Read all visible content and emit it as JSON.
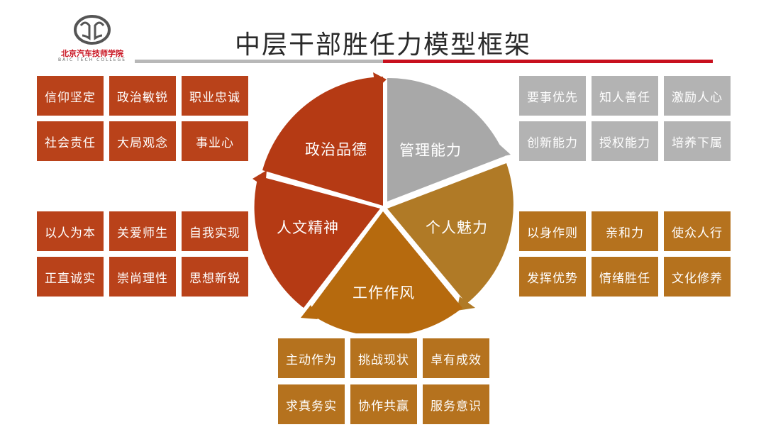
{
  "logo": {
    "name_cn": "北京汽车技师学院",
    "name_en": "BAIC TECH COLLEGE"
  },
  "title": "中层干部胜任力模型框架",
  "colors": {
    "red": "#b9421a",
    "gray": "#b3b3b3",
    "gold": "#b5721e",
    "accent_line_red": "#c8101e",
    "accent_line_gray": "#b8b8b8"
  },
  "segments": {
    "political": "政治品德",
    "management": "管理能力",
    "humanity": "人文精神",
    "charisma": "个人魅力",
    "workstyle": "工作作风"
  },
  "groups": {
    "political": [
      "信仰坚定",
      "政治敏锐",
      "职业忠诚",
      "社会责任",
      "大局观念",
      "事业心"
    ],
    "management": [
      "要事优先",
      "知人善任",
      "激励人心",
      "创新能力",
      "授权能力",
      "培养下属"
    ],
    "humanity": [
      "以人为本",
      "关爱师生",
      "自我实现",
      "正直诚实",
      "崇尚理性",
      "思想新锐"
    ],
    "charisma": [
      "以身作则",
      "亲和力",
      "使众人行",
      "发挥优势",
      "情绪胜任",
      "文化修养"
    ],
    "workstyle": [
      "主动作为",
      "挑战现状",
      "卓有成效",
      "求真务实",
      "协作共赢",
      "服务意识"
    ]
  }
}
